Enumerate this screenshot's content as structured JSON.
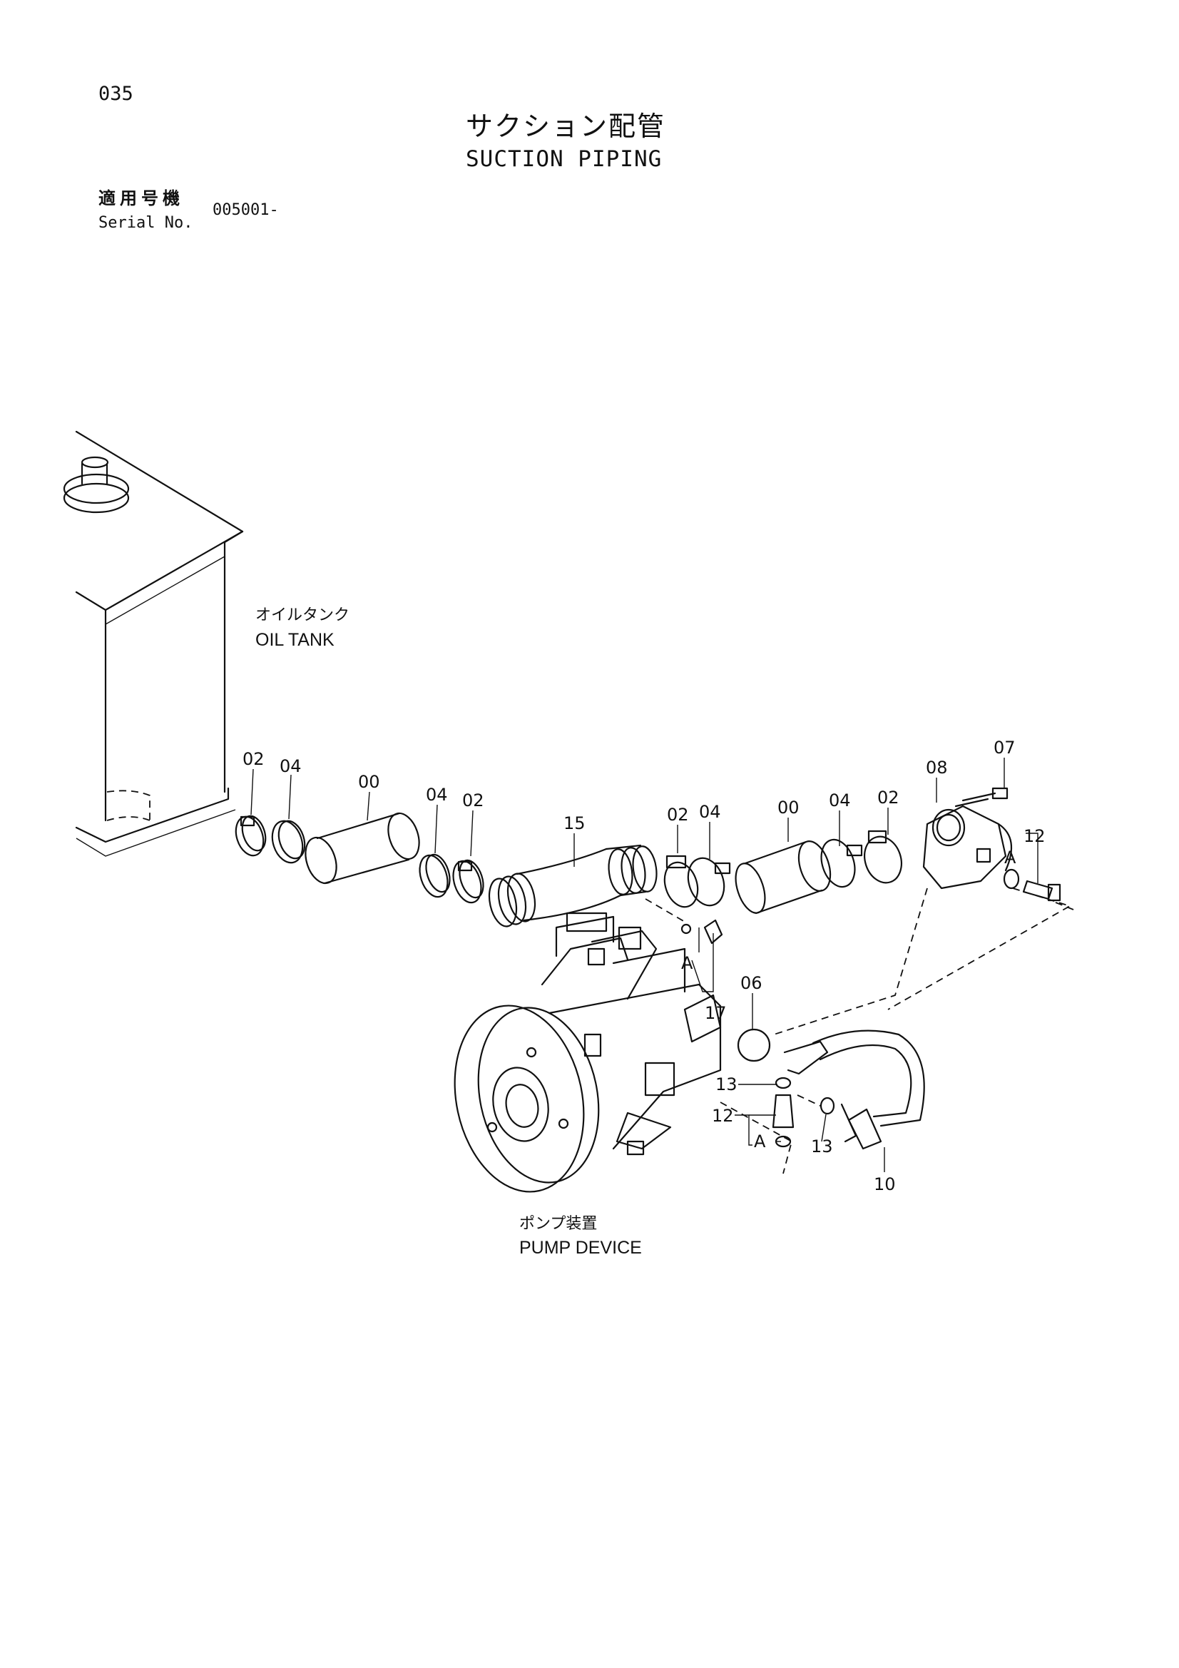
{
  "header": {
    "page_number": "035",
    "title_jp": "サクション配管",
    "title_en": "SUCTION PIPING",
    "serial_label_jp": "適用号機",
    "serial_label_en": "Serial No.",
    "serial_value": "005001-"
  },
  "labels": {
    "oil_tank_jp": "オイルタンク",
    "oil_tank_en": "OIL TANK",
    "pump_device_jp": "ポンプ装置",
    "pump_device_en": "PUMP DEVICE"
  },
  "callouts": [
    "02",
    "04",
    "00",
    "04",
    "02",
    "15",
    "02",
    "04",
    "00",
    "04",
    "02",
    "08",
    "07",
    "12",
    "A",
    "A",
    "17",
    "06",
    "13",
    "12",
    "A",
    "13",
    "10"
  ]
}
